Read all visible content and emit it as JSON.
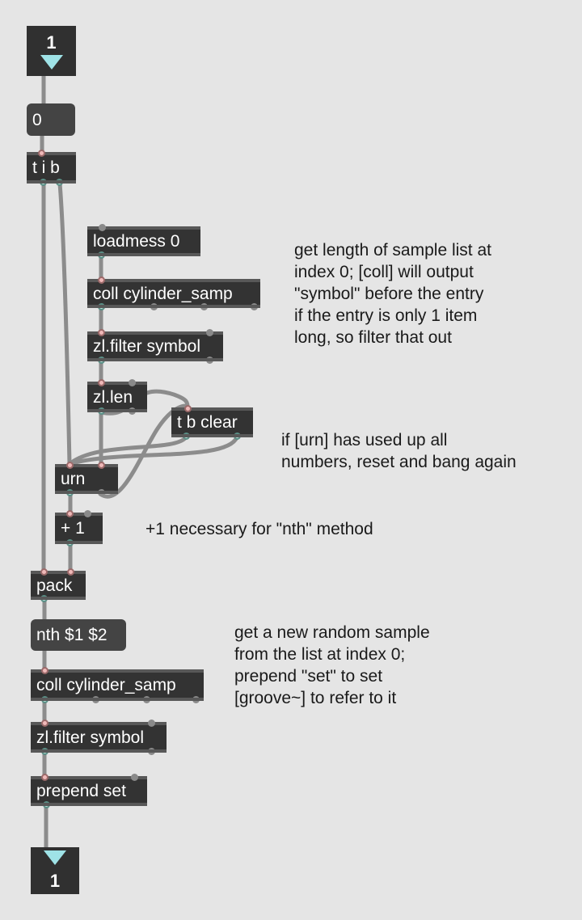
{
  "inlet": {
    "number": "1"
  },
  "outlet": {
    "number": "1"
  },
  "message_zero": "0",
  "objects": {
    "tib": "t i b",
    "loadmess": "loadmess 0",
    "coll_top": "coll cylinder_samp",
    "zlfilter_top": "zl.filter symbol",
    "zllen": "zl.len",
    "tbclear": "t b clear",
    "urn": "urn",
    "plus1": "+ 1",
    "pack": "pack",
    "nth_msg": "nth $1 $2",
    "coll_bottom": "coll cylinder_samp",
    "zlfilter_bottom": "zl.filter symbol",
    "prepend": "prepend set"
  },
  "comments": {
    "length": [
      "get length of sample list at",
      "index 0; [coll] will output",
      "\"symbol\" before the entry",
      "if the entry is only 1 item",
      "long, so filter that out"
    ],
    "urn": [
      "if [urn] has used up all",
      "numbers, reset and bang again"
    ],
    "plus": [
      "+1 necessary for \"nth\" method"
    ],
    "random": [
      "get a new random sample",
      "from the list at index 0;",
      "prepend \"set\" to set",
      "[groove~] to refer to it"
    ]
  }
}
